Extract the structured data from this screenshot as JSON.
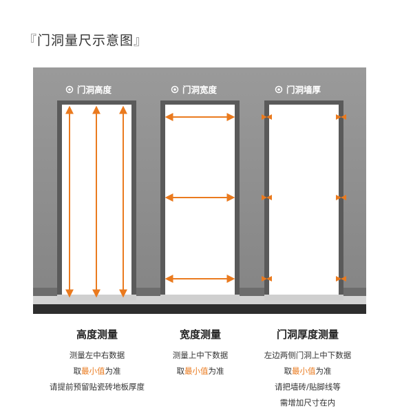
{
  "title": {
    "open_bracket": "『",
    "text": "门洞量尺示意图",
    "close_bracket": "』"
  },
  "colors": {
    "wall": "#8c8c8c",
    "arrow": "#ea7a1e",
    "highlight": "#ea7a1e",
    "floor": "#2e2e2e"
  },
  "doors": [
    {
      "label": "门洞高度",
      "icon": "target-dot-icon"
    },
    {
      "label": "门洞宽度",
      "icon": "target-dot-icon"
    },
    {
      "label": "门洞墙厚",
      "icon": "target-dot-icon"
    }
  ],
  "captions": [
    {
      "heading": "高度测量",
      "line1": "测量左中右数据",
      "line2_prefix": "取",
      "line2_highlight": "最小值",
      "line2_suffix": "为准",
      "line3": "请提前预留贴瓷砖地板厚度"
    },
    {
      "heading": "宽度测量",
      "line1": "测量上中下数据",
      "line2_prefix": "取",
      "line2_highlight": "最小值",
      "line2_suffix": "为准"
    },
    {
      "heading": "门洞厚度测量",
      "line1": "左边两侧门洞上中下数据",
      "line2_prefix": "取",
      "line2_highlight": "最小值",
      "line2_suffix": "为准",
      "line3": "请把墙砖/贴脚线等",
      "line4": "需增加尺寸在内"
    }
  ]
}
